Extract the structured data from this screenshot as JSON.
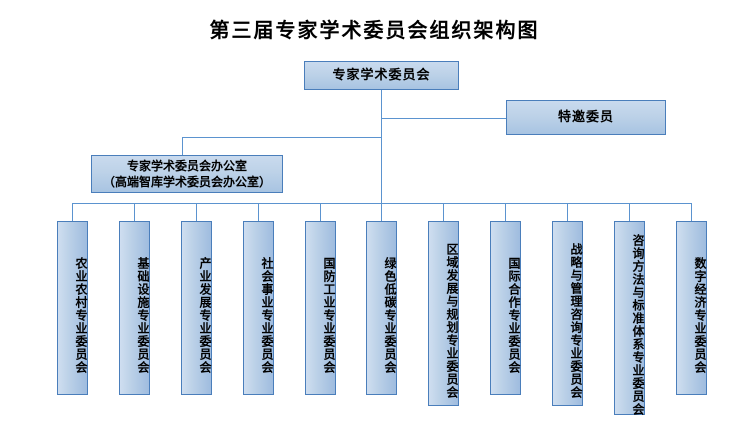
{
  "title": "第三届专家学术委员会组织架构图",
  "nodes": {
    "root": "专家学术委员会",
    "invited": "特邀委员",
    "office_line1": "专家学术委员会办公室",
    "office_line2": "（高端智库学术委员会办公室）"
  },
  "committees": [
    {
      "label": "农业农村专业委员会"
    },
    {
      "label": "基础设施专业委员会"
    },
    {
      "label": "产业发展专业委员会"
    },
    {
      "label": "社会事业专业委员会"
    },
    {
      "label": "国防工业专业委员会"
    },
    {
      "label": "绿色低碳专业委员会"
    },
    {
      "label": "区域发展与规划专业委员会"
    },
    {
      "label": "国际合作专业委员会"
    },
    {
      "label": "战略与管理咨询专业委员会"
    },
    {
      "label": "咨询方法与标准体系专业委员会"
    },
    {
      "label": "数字经济专业委员会"
    }
  ],
  "colors": {
    "box_fill_light": "#c9daee",
    "box_fill_dark": "#a8c4e2",
    "box_border": "#4a7ebb",
    "connector": "#5b93cf",
    "text": "#000000",
    "background": "#ffffff"
  }
}
